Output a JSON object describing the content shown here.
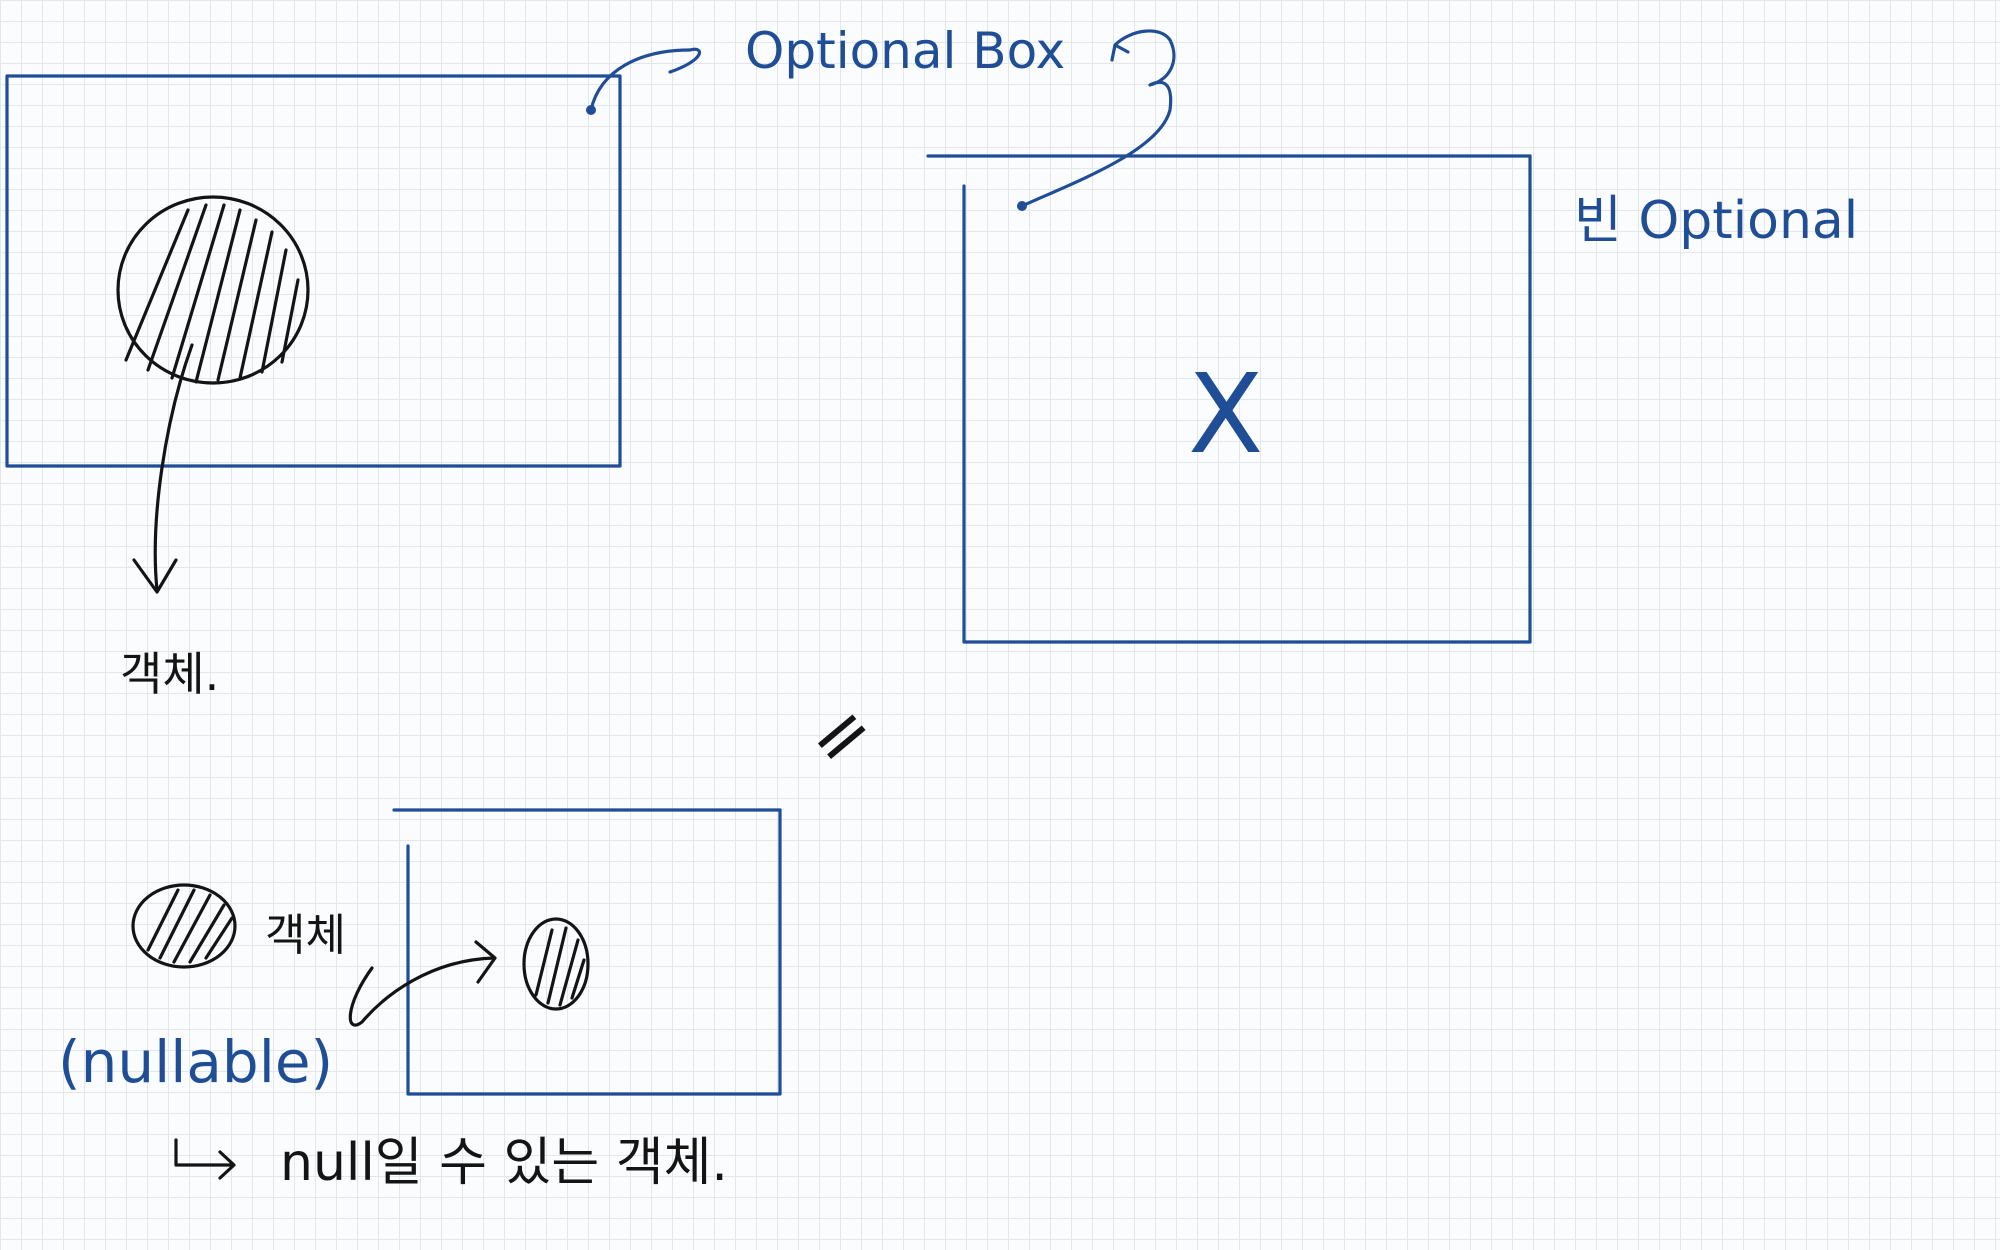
{
  "colors": {
    "blue_ink": "#1f4e96",
    "black_ink": "#141414",
    "grid": "#e3e7ec",
    "paper": "#fbfcfd"
  },
  "labels": {
    "optional_box": "Optional Box",
    "empty_optional": "빈 Optional",
    "empty_mark": "X",
    "object_1": "객체.",
    "object_2": "객체",
    "nullable": "(nullable)",
    "equals_mark": "=",
    "nullable_desc": "null일 수 있는 객체."
  }
}
